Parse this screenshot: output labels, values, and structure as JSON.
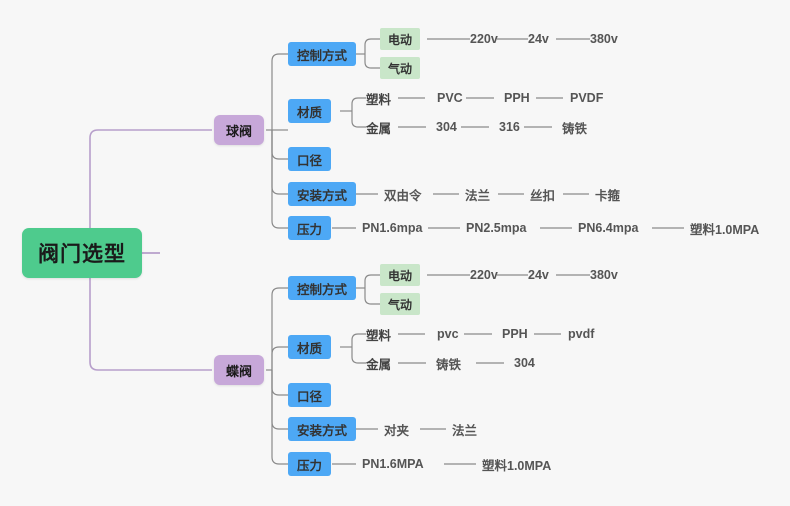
{
  "diagram": {
    "type": "mindmap",
    "title": "阀门选型",
    "background": "#f7f7f7",
    "colors": {
      "root": "#4ecb8d",
      "branch": "#c7a8d9",
      "attribute": "#4da8f5",
      "drive": "#c9e6c9",
      "leaf_text": "#555555",
      "connector_root": "#b79fcb",
      "connector": "#888888"
    },
    "root": {
      "label": "阀门选型"
    },
    "branches": [
      {
        "label": "球阀",
        "attributes": [
          {
            "label": "控制方式",
            "drives": [
              {
                "label": "电动",
                "values": [
                  "220v",
                  "24v",
                  "380v"
                ]
              },
              {
                "label": "气动",
                "values": []
              }
            ]
          },
          {
            "label": "材质",
            "groups": [
              {
                "label": "塑料",
                "values": [
                  "PVC",
                  "PPH",
                  "PVDF"
                ]
              },
              {
                "label": "金属",
                "values": [
                  "304",
                  "316",
                  "铸铁"
                ]
              }
            ]
          },
          {
            "label": "口径",
            "values": []
          },
          {
            "label": "安装方式",
            "values": [
              "双由令",
              "法兰",
              "丝扣",
              "卡箍"
            ]
          },
          {
            "label": "压力",
            "values": [
              "PN1.6mpa",
              "PN2.5mpa",
              "PN6.4mpa",
              "塑料1.0MPA"
            ]
          }
        ]
      },
      {
        "label": "蝶阀",
        "attributes": [
          {
            "label": "控制方式",
            "drives": [
              {
                "label": "电动",
                "values": [
                  "220v",
                  "24v",
                  "380v"
                ]
              },
              {
                "label": "气动",
                "values": []
              }
            ]
          },
          {
            "label": "材质",
            "groups": [
              {
                "label": "塑料",
                "values": [
                  "pvc",
                  "PPH",
                  "pvdf"
                ]
              },
              {
                "label": "金属",
                "values": [
                  "铸铁",
                  "304"
                ]
              }
            ]
          },
          {
            "label": "口径",
            "values": []
          },
          {
            "label": "安装方式",
            "values": [
              "对夹",
              "法兰"
            ]
          },
          {
            "label": "压力",
            "values": [
              "PN1.6MPA",
              "塑料1.0MPA"
            ]
          }
        ]
      }
    ]
  }
}
